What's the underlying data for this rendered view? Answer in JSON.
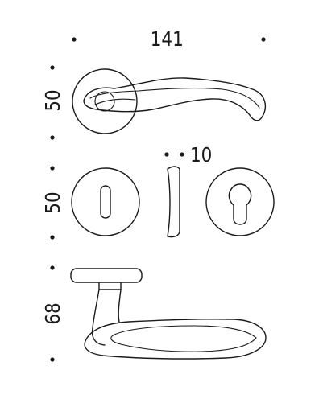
{
  "dimensions": {
    "overall_width": "141",
    "rose_height": "50",
    "escutcheon_height": "50",
    "thickness": "10",
    "lever_projection": "68"
  },
  "colors": {
    "line": "#1a1a1a",
    "background": "#ffffff"
  }
}
